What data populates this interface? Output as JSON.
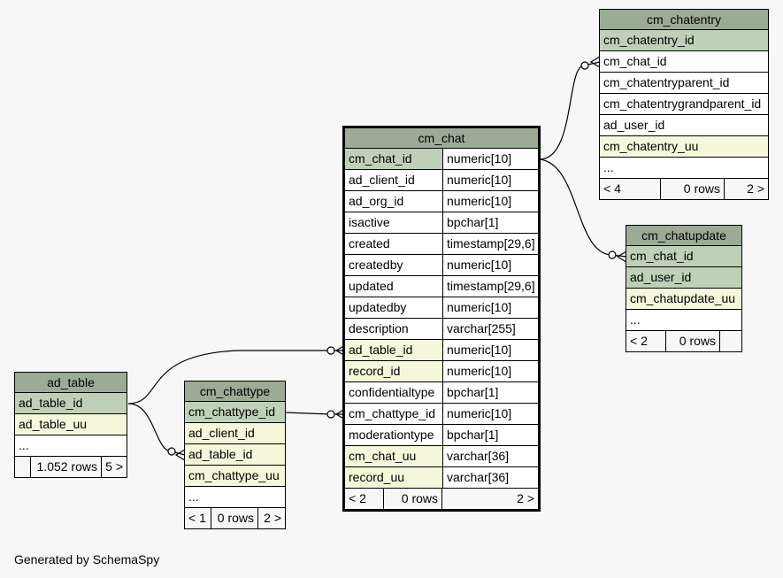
{
  "tables": {
    "cm_chatentry": {
      "title": "cm_chatentry",
      "columns": [
        {
          "name": "cm_chatentry_id",
          "kind": "pk"
        },
        {
          "name": "cm_chat_id",
          "kind": "plain"
        },
        {
          "name": "cm_chatentryparent_id",
          "kind": "plain"
        },
        {
          "name": "cm_chatentrygrandparent_id",
          "kind": "plain"
        },
        {
          "name": "ad_user_id",
          "kind": "plain"
        },
        {
          "name": "cm_chatentry_uu",
          "kind": "fk"
        },
        {
          "name": "...",
          "kind": "plain"
        }
      ],
      "footer": {
        "prev": "< 4",
        "rows": "0 rows",
        "next": "2 >"
      }
    },
    "cm_chat": {
      "title": "cm_chat",
      "columns": [
        {
          "name": "cm_chat_id",
          "type": "numeric[10]",
          "kind": "pk"
        },
        {
          "name": "ad_client_id",
          "type": "numeric[10]",
          "kind": "plain"
        },
        {
          "name": "ad_org_id",
          "type": "numeric[10]",
          "kind": "plain"
        },
        {
          "name": "isactive",
          "type": "bpchar[1]",
          "kind": "plain"
        },
        {
          "name": "created",
          "type": "timestamp[29,6]",
          "kind": "plain"
        },
        {
          "name": "createdby",
          "type": "numeric[10]",
          "kind": "plain"
        },
        {
          "name": "updated",
          "type": "timestamp[29,6]",
          "kind": "plain"
        },
        {
          "name": "updatedby",
          "type": "numeric[10]",
          "kind": "plain"
        },
        {
          "name": "description",
          "type": "varchar[255]",
          "kind": "plain"
        },
        {
          "name": "ad_table_id",
          "type": "numeric[10]",
          "kind": "fk"
        },
        {
          "name": "record_id",
          "type": "numeric[10]",
          "kind": "fk"
        },
        {
          "name": "confidentialtype",
          "type": "bpchar[1]",
          "kind": "plain"
        },
        {
          "name": "cm_chattype_id",
          "type": "numeric[10]",
          "kind": "plain"
        },
        {
          "name": "moderationtype",
          "type": "bpchar[1]",
          "kind": "plain"
        },
        {
          "name": "cm_chat_uu",
          "type": "varchar[36]",
          "kind": "fk"
        },
        {
          "name": "record_uu",
          "type": "varchar[36]",
          "kind": "fk"
        }
      ],
      "footer": {
        "prev": "< 2",
        "rows": "0 rows",
        "next": "2 >"
      }
    },
    "cm_chatupdate": {
      "title": "cm_chatupdate",
      "columns": [
        {
          "name": "cm_chat_id",
          "kind": "pk"
        },
        {
          "name": "ad_user_id",
          "kind": "pk"
        },
        {
          "name": "cm_chatupdate_uu",
          "kind": "fk"
        },
        {
          "name": "...",
          "kind": "plain"
        }
      ],
      "footer": {
        "prev": "< 2",
        "rows": "0 rows",
        "next": ""
      }
    },
    "ad_table": {
      "title": "ad_table",
      "columns": [
        {
          "name": "ad_table_id",
          "kind": "pk"
        },
        {
          "name": "ad_table_uu",
          "kind": "fk"
        },
        {
          "name": "...",
          "kind": "plain"
        }
      ],
      "footer": {
        "prev": "",
        "rows": "1.052 rows",
        "next": "5 >"
      }
    },
    "cm_chattype": {
      "title": "cm_chattype",
      "columns": [
        {
          "name": "cm_chattype_id",
          "kind": "pk"
        },
        {
          "name": "ad_client_id",
          "kind": "fk"
        },
        {
          "name": "ad_table_id",
          "kind": "fk"
        },
        {
          "name": "cm_chattype_uu",
          "kind": "fk"
        },
        {
          "name": "...",
          "kind": "plain"
        }
      ],
      "footer": {
        "prev": "< 1",
        "rows": "0 rows",
        "next": "2 >"
      }
    }
  },
  "generated_by": "Generated by SchemaSpy"
}
